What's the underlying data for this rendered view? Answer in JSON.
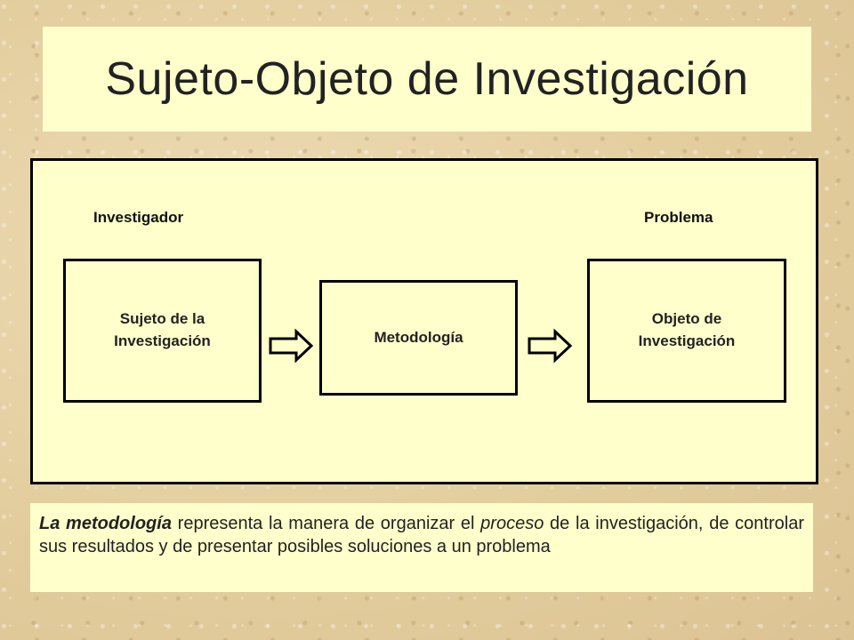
{
  "title": "Sujeto-Objeto de Investigación",
  "diagram": {
    "left_label": "Investigador",
    "right_label": "Problema",
    "nodes": [
      {
        "line1": "Sujeto de la",
        "line2": "Investigación"
      },
      {
        "line1": "Metodología",
        "line2": ""
      },
      {
        "line1": "Objeto de",
        "line2": "Investigación"
      }
    ],
    "arrow_icon": "hollow-right-arrow-icon"
  },
  "description": {
    "part1_bold_italic": "La metodología",
    "part2": " representa la manera de organizar el ",
    "part3_italic": "proceso",
    "part4": " de la investigación, de controlar sus resultados y de presentar posibles soluciones a un problema"
  },
  "colors": {
    "panel": "#ffffcc",
    "border": "#000000",
    "background": "#e6d3a8"
  }
}
